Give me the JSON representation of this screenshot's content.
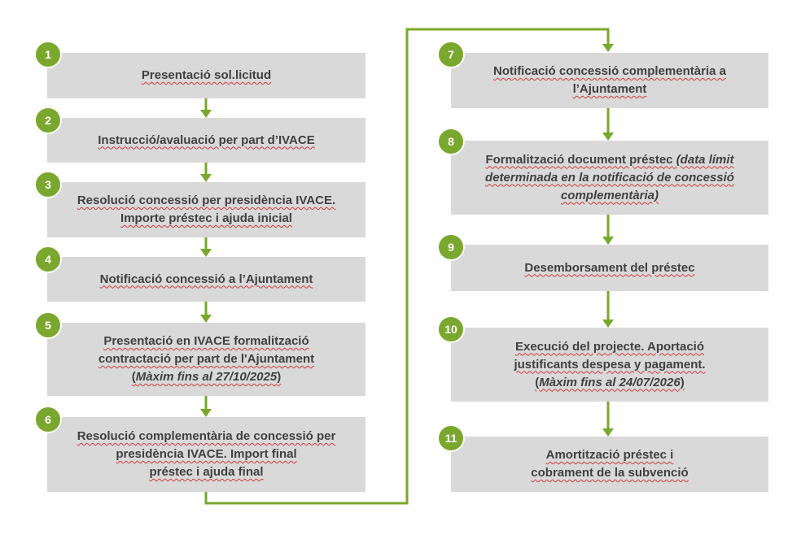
{
  "colors": {
    "accent": "#7aa72d",
    "box": "#d9d9d9",
    "text": "#404040"
  },
  "steps": [
    {
      "number": "1",
      "text": "Presentació sol.licitud"
    },
    {
      "number": "2",
      "text": "Instrucció/avaluació per part d’IVACE"
    },
    {
      "number": "3",
      "text": "Resolució concessió per presidència IVACE.",
      "text_2": "Importe préstec i ajuda inicial"
    },
    {
      "number": "4",
      "text": "Notificació concessió a l’Ajuntament"
    },
    {
      "number": "5",
      "text": "Presentació en IVACE formalització",
      "text_2": "contractació per part de l'Ajuntament",
      "text_3a": "(",
      "text_3b": "Màxim fins al 27/10/2025",
      "text_3c": ")"
    },
    {
      "number": "6",
      "text": "Resolució complementària de concessió per",
      "text_2": "presidència IVACE. Import final",
      "text_3": "préstec i ajuda final"
    },
    {
      "number": "7",
      "text": "Notificació concessió complementària a",
      "text_2": "l’Ajuntament"
    },
    {
      "number": "8",
      "text": "Formalització document préstec",
      "text_it": "(data límit",
      "text_2": "determinada en la notificació de concessió",
      "text_3": "complementària)"
    },
    {
      "number": "9",
      "text": "Desemborsament del préstec"
    },
    {
      "number": "10",
      "text": "Execució del projecte. Aportació",
      "text_2": "justificants despesa y pagament.",
      "text_3a": "(",
      "text_3b": "Màxim fins al 24/07/2026",
      "text_3c": ")"
    },
    {
      "number": "11",
      "text": "Amortització préstec i",
      "text_2": "cobrament de la subvenció"
    }
  ]
}
